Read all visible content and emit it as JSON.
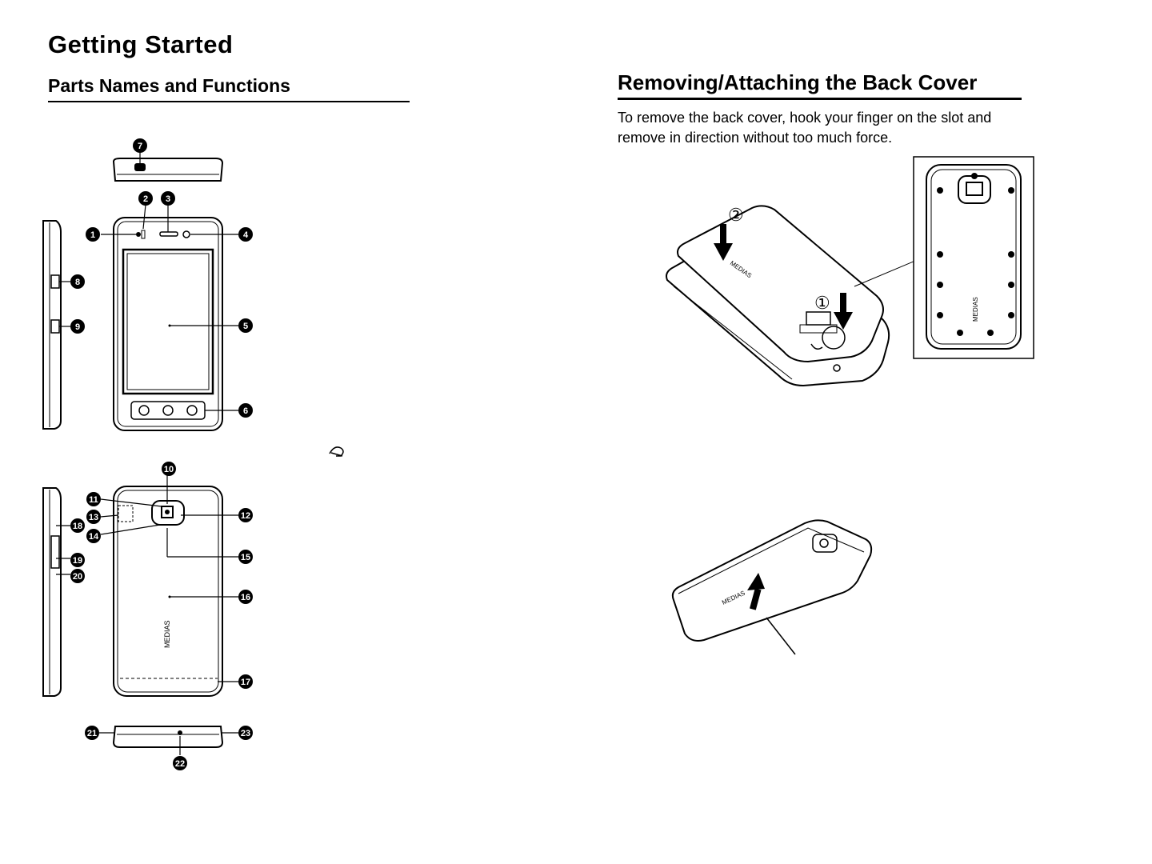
{
  "left_page": {
    "title": "Getting Started",
    "section_title": "Parts Names and Functions",
    "callouts": [
      "1",
      "2",
      "3",
      "4",
      "5",
      "6",
      "7",
      "8",
      "9",
      "10",
      "11",
      "12",
      "13",
      "14",
      "15",
      "16",
      "17",
      "18",
      "19",
      "20",
      "21",
      "22",
      "23"
    ],
    "phone_brand": "MEDIAS"
  },
  "right_page": {
    "section_title": "Removing/Attaching the Back Cover",
    "instructions": "To remove the back cover, hook your finger on the slot and remove in direction without too much force.",
    "step_1": "①",
    "step_2": "②",
    "phone_brand": "MEDIAS"
  }
}
